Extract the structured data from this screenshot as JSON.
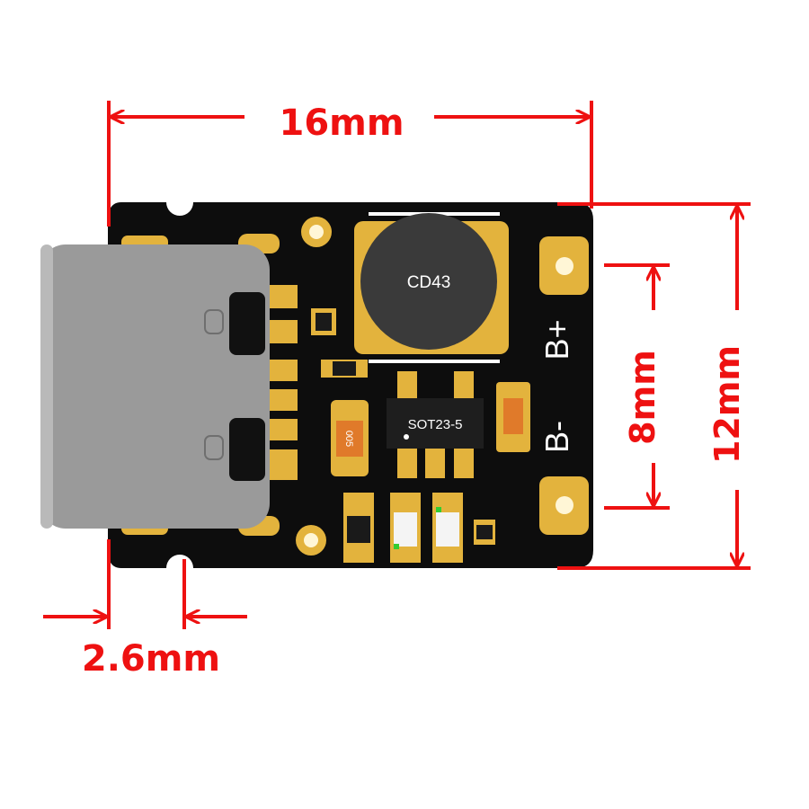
{
  "dimensions": {
    "width_label": "16mm",
    "height_label": "12mm",
    "pad_pitch_label": "8mm",
    "connector_overhang_label": "2.6mm",
    "color": "#ee1111"
  },
  "board": {
    "pcb_color": "#0d0d0d",
    "pad_color": "#e3b33d",
    "inductor_label": "CD43",
    "ic_label": "SOT23-5",
    "fuse_label": "005",
    "pad_positive_label": "B+",
    "pad_negative_label": "B-"
  },
  "connector": {
    "type": "USB-C receptacle",
    "color": "#9a9a9a"
  }
}
